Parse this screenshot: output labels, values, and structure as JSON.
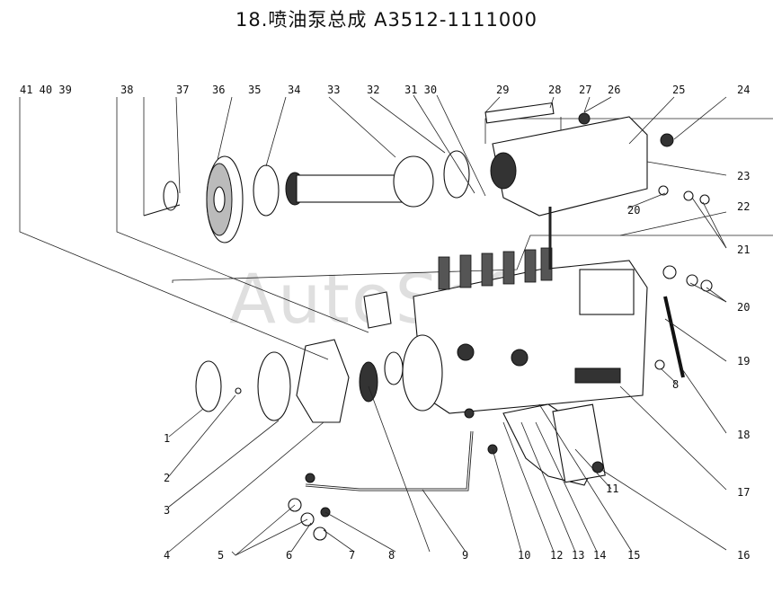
{
  "title": "18.喷油泵总成 A3512-1111000",
  "watermark": "AutoSoft",
  "callouts": [
    {
      "id": "41_40_39",
      "text": "41 40 39"
    },
    {
      "id": "38",
      "text": "38"
    },
    {
      "id": "37",
      "text": "37"
    },
    {
      "id": "36",
      "text": "36"
    },
    {
      "id": "35",
      "text": "35"
    },
    {
      "id": "34",
      "text": "34"
    },
    {
      "id": "33",
      "text": "33"
    },
    {
      "id": "32",
      "text": "32"
    },
    {
      "id": "31_30",
      "text": "31 30"
    },
    {
      "id": "29",
      "text": "29"
    },
    {
      "id": "28",
      "text": "28"
    },
    {
      "id": "27",
      "text": "27"
    },
    {
      "id": "26",
      "text": "26"
    },
    {
      "id": "25",
      "text": "25"
    },
    {
      "id": "24",
      "text": "24"
    },
    {
      "id": "23",
      "text": "23"
    },
    {
      "id": "22",
      "text": "22"
    },
    {
      "id": "21",
      "text": "21"
    },
    {
      "id": "20a",
      "text": "20"
    },
    {
      "id": "20b",
      "text": "20"
    },
    {
      "id": "19",
      "text": "19"
    },
    {
      "id": "18",
      "text": "18"
    },
    {
      "id": "17",
      "text": "17"
    },
    {
      "id": "16",
      "text": "16"
    },
    {
      "id": "15",
      "text": "15"
    },
    {
      "id": "14",
      "text": "14"
    },
    {
      "id": "13",
      "text": "13"
    },
    {
      "id": "12",
      "text": "12"
    },
    {
      "id": "11",
      "text": "11"
    },
    {
      "id": "10",
      "text": "10"
    },
    {
      "id": "9",
      "text": "9"
    },
    {
      "id": "8a",
      "text": "8"
    },
    {
      "id": "8b",
      "text": "8"
    },
    {
      "id": "7",
      "text": "7"
    },
    {
      "id": "6",
      "text": "6"
    },
    {
      "id": "5",
      "text": "5"
    },
    {
      "id": "4",
      "text": "4"
    },
    {
      "id": "3",
      "text": "3"
    },
    {
      "id": "2",
      "text": "2"
    },
    {
      "id": "1",
      "text": "1"
    }
  ]
}
